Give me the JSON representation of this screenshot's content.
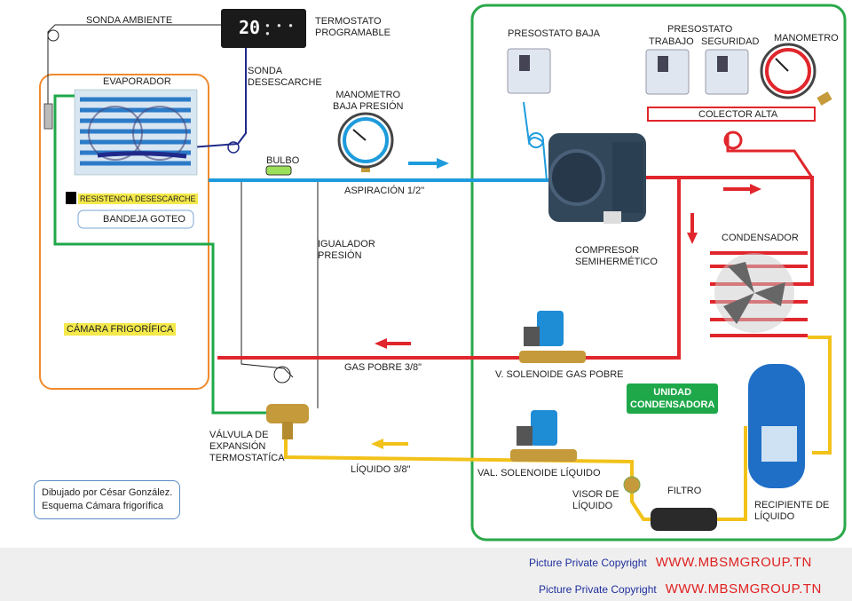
{
  "labels": {
    "sonda_ambiente": "SONDA AMBIENTE",
    "termostato": "TERMOSTATO\nPROGRAMABLE",
    "sonda_desescarche": "SONDA\nDESESCARCHE",
    "evaporador": "EVAPORADOR",
    "resistencia": "RESISTENCIA DESESCARCHE",
    "bandeja": "BANDEJA GOTEO",
    "camara": "CÁMARA FRIGORÍFICA",
    "bulbo": "BULBO",
    "manometro_baja": "MANOMETRO\nBAJA PRESIÓN",
    "aspiracion": "ASPIRACIÓN 1/2\"",
    "igualador": "IGUALADOR\nPRESIÓN",
    "gas_pobre": "GAS POBRE 3/8\"",
    "valvula_exp": "VÁLVULA DE\nEXPANSIÓN\nTERMOSTATÍCA",
    "liquido": "LÍQUIDO 3/8\"",
    "presostato_baja": "PRESOSTATO BAJA",
    "presostato": "PRESOSTATO",
    "trabajo": "TRABAJO",
    "seguridad": "SEGURIDAD",
    "manometro": "MANOMETRO",
    "colector_alta": "COLECTOR ALTA",
    "compresor": "COMPRESOR\nSEMIHERMÉTICO",
    "condensador": "CONDENSADOR",
    "v_solenoide_gas": "V. SOLENOIDE GAS POBRE",
    "unidad": "UNIDAD\nCONDENSADORA",
    "val_solenoide_liq": "VAL. SOLENOIDE LÍQUIDO",
    "visor": "VISOR DE\nLÍQUIDO",
    "filtro": "FILTRO",
    "recipiente": "RECIPIENTE DE\nLÍQUIDO",
    "note": "Dibujado por César González.\nEsquema Cámara frigorífica",
    "thermo_display": "20"
  },
  "footer": {
    "line1_text": "Picture Private Copyright",
    "line1_url": "WWW.MBSMGROUP.TN",
    "line2_text": "Picture Private Copyright",
    "line2_url": "WWW.MBSMGROUP.TN"
  },
  "colors": {
    "suction": "#1e9bdc",
    "discharge": "#e0262c",
    "liquid": "#f2c21a",
    "equalizer": "#1fa84a",
    "camara_border": "#f08a2c",
    "unit_border": "#2aa84a"
  }
}
